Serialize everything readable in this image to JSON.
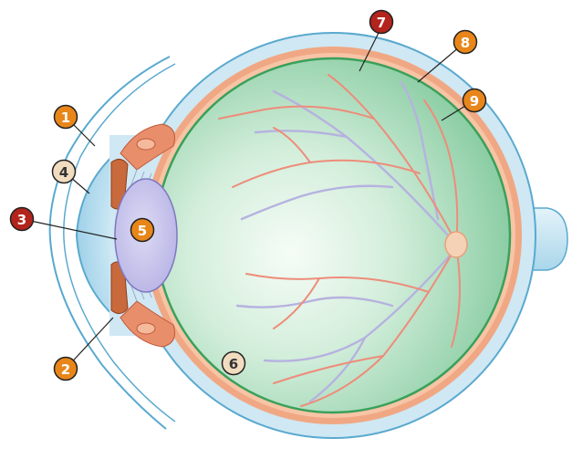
{
  "figure": {
    "kind": "eye-cross-section",
    "colors": {
      "sclera": "#cfe8f3",
      "sclera_outline": "#5aa9cf",
      "choroid": "#f0a884",
      "retina_line": "#3aa05a",
      "vitreous_center": "#f2fbf4",
      "vitreous_edge": "#8ccfa6",
      "lens": "#c8c5ec",
      "iris": "#c86a3c",
      "artery": "#ee8c7a",
      "vein": "#b6b2e0",
      "badge_red": "#b3241c",
      "badge_orange": "#e8861a",
      "badge_cream": "#f2dcc0"
    }
  },
  "callouts": [
    {
      "number": "1",
      "style": "orange"
    },
    {
      "number": "2",
      "style": "orange"
    },
    {
      "number": "3",
      "style": "red"
    },
    {
      "number": "4",
      "style": "cream"
    },
    {
      "number": "5",
      "style": "orange"
    },
    {
      "number": "6",
      "style": "cream"
    },
    {
      "number": "7",
      "style": "red"
    },
    {
      "number": "8",
      "style": "orange"
    },
    {
      "number": "9",
      "style": "orange"
    }
  ]
}
